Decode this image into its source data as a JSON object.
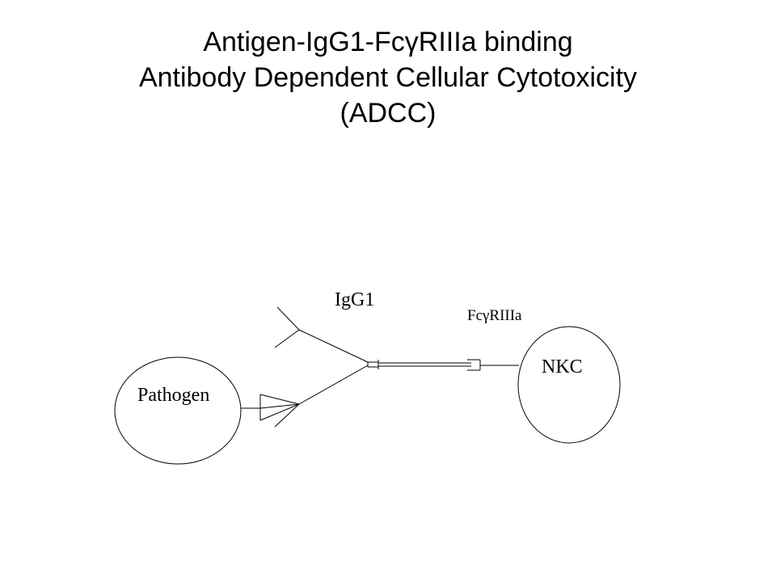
{
  "title": {
    "line1": "Antigen-IgG1-FcγRIIIa binding",
    "line2": "Antibody Dependent Cellular Cytotoxicity",
    "line3": "(ADCC)"
  },
  "diagram": {
    "pathogen_label": "Pathogen",
    "igg1_label": "IgG1",
    "receptor_label": "FcγRIIIa",
    "nkc_label": "NKC"
  }
}
